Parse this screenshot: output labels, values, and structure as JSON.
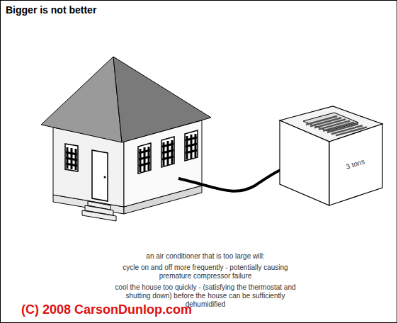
{
  "diagram": {
    "title": "Bigger is not better",
    "nodes": [
      {
        "text": [
          "3 tons"
        ]
      }
    ],
    "labels": [
      "an air conditioner that is too large will:",
      "cycle on and off more frequently - potentially causing premature compressor failure",
      "cool the house too quickly - (satisfying the thermostat and shutting down) before the house can be sufficiently dehumidified",
      "(C) 2008 CarsonDunlop.com"
    ]
  }
}
